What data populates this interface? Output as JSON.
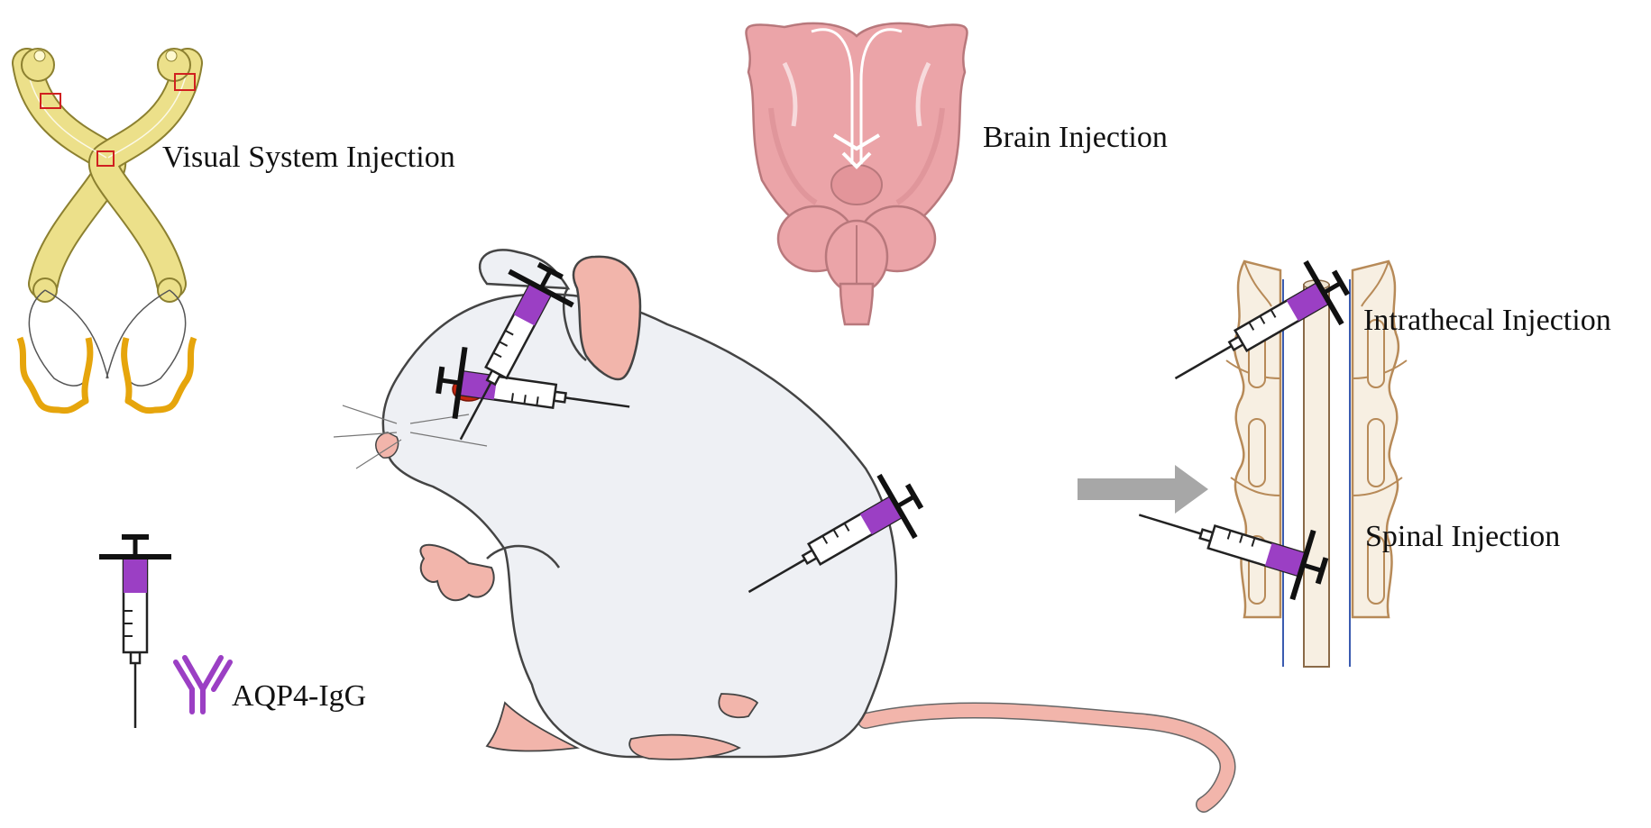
{
  "labels": {
    "visual": "Visual System Injection",
    "brain": "Brain Injection",
    "intrathecal": "Intrathecal Injection",
    "spinal": "Spinal Injection",
    "antibody": "AQP4-IgG"
  },
  "colors": {
    "syringe_fill": "#9b3fc4",
    "mouse_body": "#eef0f4",
    "mouse_pink": "#f2b5ab",
    "brain": "#eba4a8",
    "optic": "#ece08a",
    "retina": "#f2c21a",
    "spine": "#c9a070",
    "arrow": "#a7a7a7",
    "eye": "#c4260f"
  }
}
